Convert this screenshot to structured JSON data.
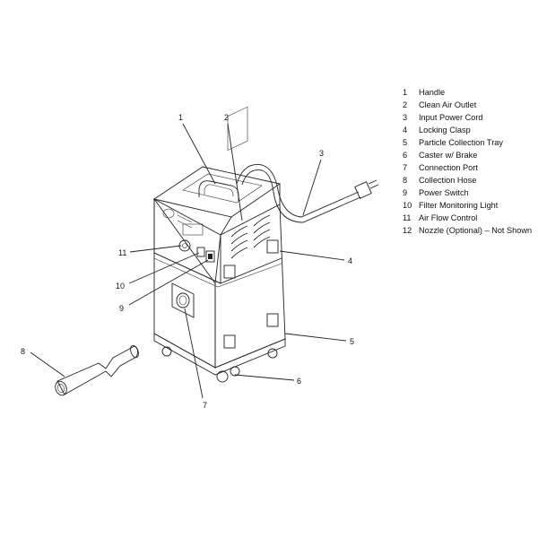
{
  "legend": [
    {
      "num": "1",
      "label": "Handle"
    },
    {
      "num": "2",
      "label": "Clean Air Outlet"
    },
    {
      "num": "3",
      "label": "Input Power Cord"
    },
    {
      "num": "4",
      "label": "Locking  Clasp"
    },
    {
      "num": "5",
      "label": "Particle Collection Tray"
    },
    {
      "num": "6",
      "label": "Caster w/ Brake"
    },
    {
      "num": "7",
      "label": "Connection Port"
    },
    {
      "num": "8",
      "label": "Collection Hose"
    },
    {
      "num": "9",
      "label": "Power Switch"
    },
    {
      "num": "10",
      "label": "Filter Monitoring Light"
    },
    {
      "num": "11",
      "label": "Air Flow Control"
    },
    {
      "num": "12",
      "label": "Nozzle (Optional) – Not Shown"
    }
  ],
  "callouts": {
    "c1": "1",
    "c2": "2",
    "c3": "3",
    "c4": "4",
    "c5": "5",
    "c6": "6",
    "c7": "7",
    "c8": "8",
    "c9": "9",
    "c10": "10",
    "c11": "11"
  }
}
